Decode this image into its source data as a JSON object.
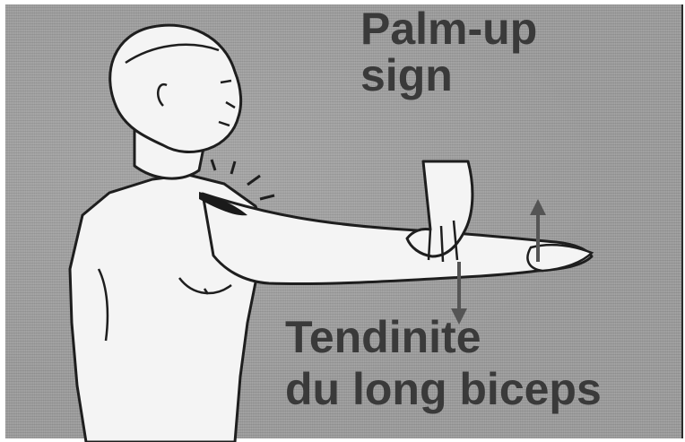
{
  "figure": {
    "label_top": [
      "Palm-up",
      "sign"
    ],
    "label_bottom": [
      "Tendinite",
      "du long biceps"
    ]
  }
}
